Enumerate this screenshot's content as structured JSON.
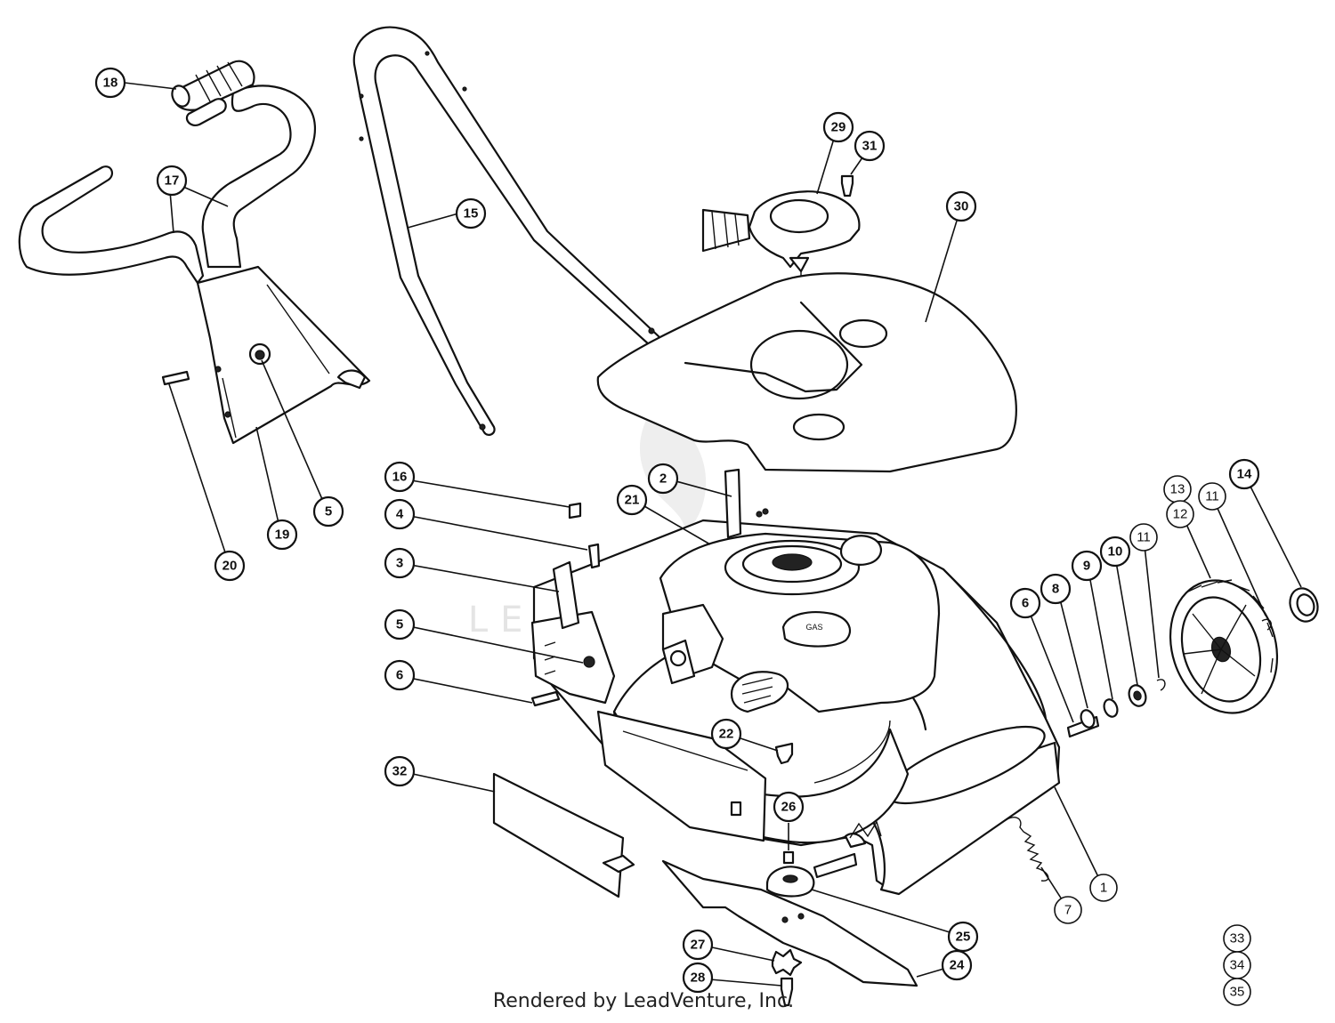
{
  "watermark": {
    "text": "LEADVENTURE",
    "color": "#e2e2e2"
  },
  "footer": {
    "text": "Rendered by LeadVenture, Inc."
  },
  "gas_cap_label": "GAS",
  "callouts": [
    {
      "label": "18",
      "style": "filled"
    },
    {
      "label": "17",
      "style": "filled"
    },
    {
      "label": "15",
      "style": "filled"
    },
    {
      "label": "29",
      "style": "filled"
    },
    {
      "label": "31",
      "style": "filled"
    },
    {
      "label": "30",
      "style": "filled"
    },
    {
      "label": "5",
      "style": "filled"
    },
    {
      "label": "19",
      "style": "filled"
    },
    {
      "label": "20",
      "style": "filled"
    },
    {
      "label": "16",
      "style": "filled"
    },
    {
      "label": "4",
      "style": "filled"
    },
    {
      "label": "3",
      "style": "filled"
    },
    {
      "label": "5",
      "style": "filled"
    },
    {
      "label": "6",
      "style": "filled"
    },
    {
      "label": "2",
      "style": "filled"
    },
    {
      "label": "21",
      "style": "filled"
    },
    {
      "label": "22",
      "style": "filled"
    },
    {
      "label": "32",
      "style": "filled"
    },
    {
      "label": "26",
      "style": "filled"
    },
    {
      "label": "25",
      "style": "filled"
    },
    {
      "label": "27",
      "style": "filled"
    },
    {
      "label": "28",
      "style": "filled"
    },
    {
      "label": "24",
      "style": "filled"
    },
    {
      "label": "14",
      "style": "filled"
    },
    {
      "label": "13",
      "style": "plain"
    },
    {
      "label": "12",
      "style": "plain"
    },
    {
      "label": "11",
      "style": "plain"
    },
    {
      "label": "11",
      "style": "plain"
    },
    {
      "label": "10",
      "style": "filled"
    },
    {
      "label": "9",
      "style": "filled"
    },
    {
      "label": "8",
      "style": "filled"
    },
    {
      "label": "6",
      "style": "filled"
    },
    {
      "label": "1",
      "style": "plain"
    },
    {
      "label": "7",
      "style": "plain"
    },
    {
      "label": "33",
      "style": "plain"
    },
    {
      "label": "34",
      "style": "plain"
    },
    {
      "label": "35",
      "style": "plain"
    }
  ]
}
